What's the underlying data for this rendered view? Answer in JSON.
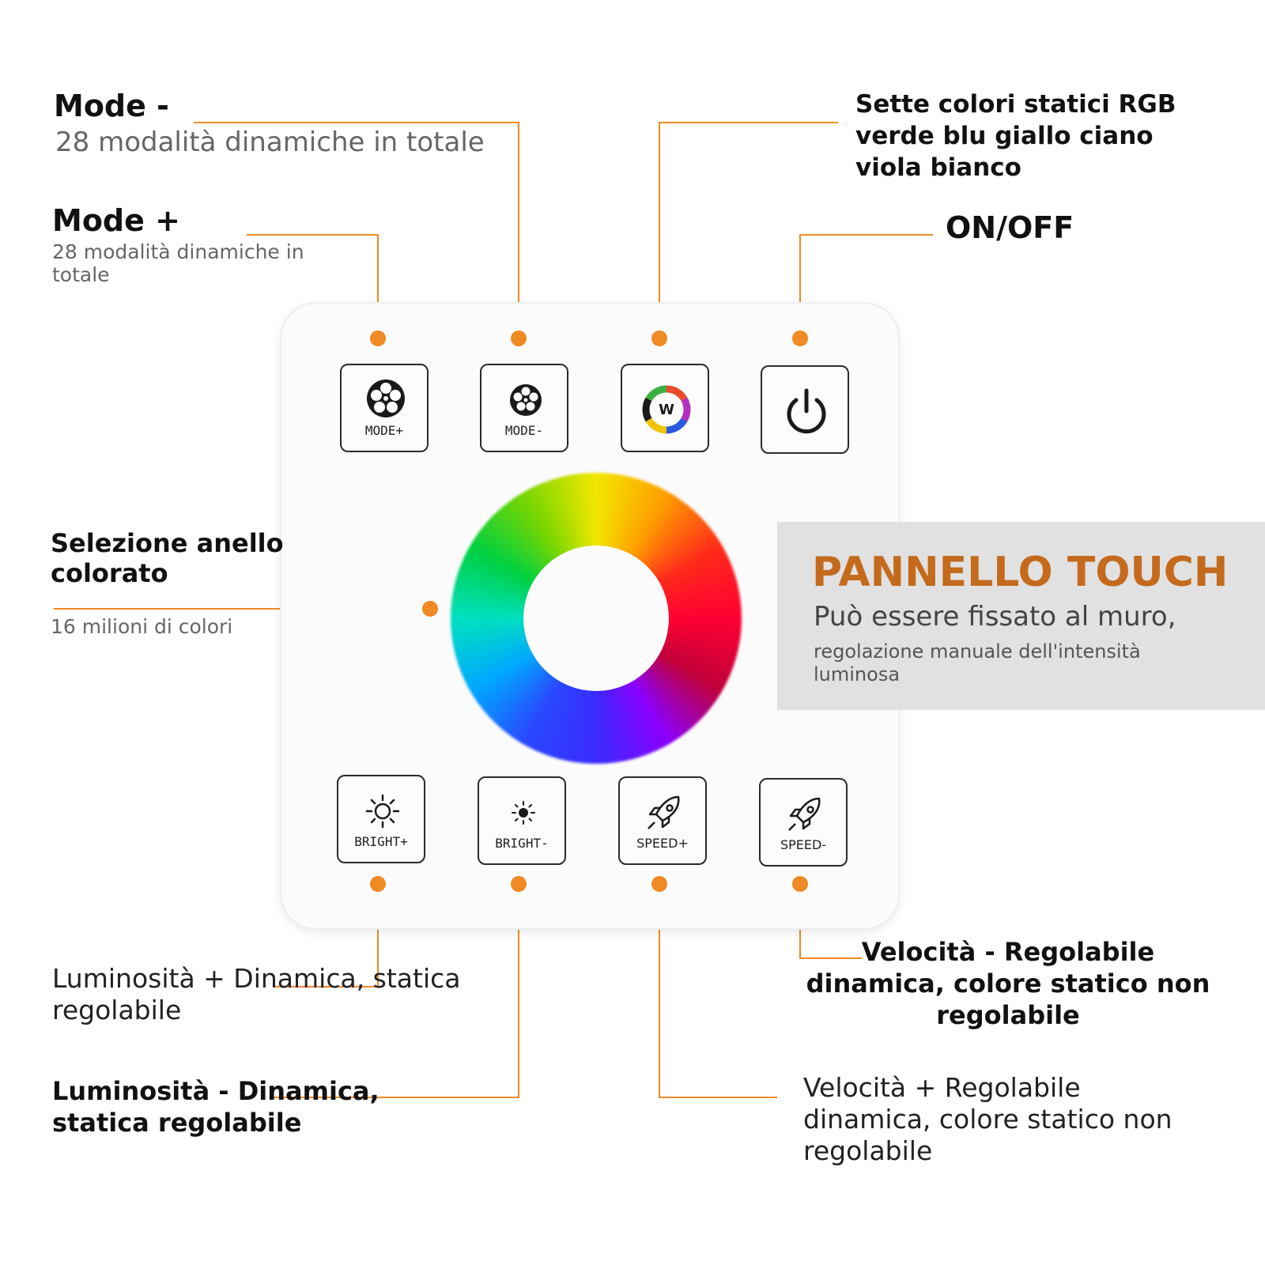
{
  "annotations": {
    "mode_minus": {
      "title": "Mode -",
      "subtitle": "28 modalità dinamiche in totale"
    },
    "mode_plus": {
      "title": "Mode +",
      "subtitle": "28 modalità dinamiche in totale"
    },
    "static_colors": "Sette colori statici RGB verde blu giallo ciano viola bianco",
    "on_off": "ON/OFF",
    "ring": {
      "title": "Selezione anello colorato",
      "subtitle": "16 milioni di colori"
    },
    "bright_plus": "Luminosità + Dinamica, statica regolabile",
    "bright_minus": "Luminosità - Dinamica, statica regolabile",
    "speed_minus": "Velocità - Regolabile dinamica, colore statico non regolabile",
    "speed_plus": "Velocità + Regolabile dinamica, colore statico non regolabile"
  },
  "touch_panel": {
    "title": "PANNELLO TOUCH",
    "subtitle": "Può essere fissato al muro,",
    "note": "regolazione manuale dell'intensità luminosa"
  },
  "keys": {
    "mode_plus": "MODE+",
    "mode_minus": "MODE-",
    "white_badge": "W",
    "bright_plus": "BRIGHT+",
    "bright_minus": "BRIGHT-",
    "speed_plus": "SPEED+",
    "speed_minus": "SPEED-"
  },
  "colors": {
    "accent": "#f08a24",
    "title_orange": "#c46a1c",
    "key_border": "#2b2b2b",
    "grey_box": "#dddddd"
  },
  "icons": [
    "film-reel-icon",
    "color-wheel-icon",
    "power-icon",
    "sun-icon",
    "rocket-icon"
  ]
}
